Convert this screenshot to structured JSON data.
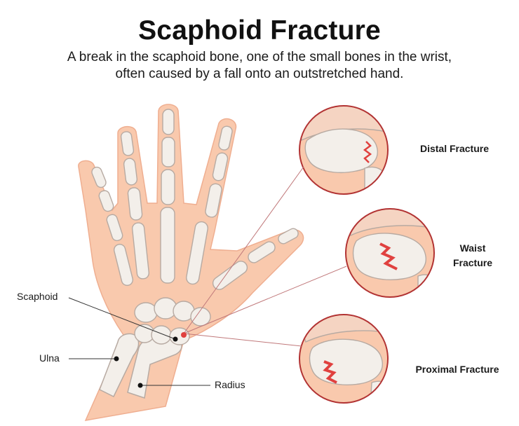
{
  "header": {
    "title": "Scaphoid Fracture",
    "subtitle_line1": "A break in the scaphoid bone, one of the small bones in the wrist,",
    "subtitle_line2": "often caused by a fall onto an outstretched hand."
  },
  "labels": {
    "scaphoid": "Scaphoid",
    "ulna": "Ulna",
    "radius": "Radius"
  },
  "fractures": [
    {
      "label": "Distal Fracture"
    },
    {
      "label_line1": "Waist",
      "label_line2": "Fracture"
    },
    {
      "label": "Proximal Fracture"
    }
  ],
  "colors": {
    "skin": "#f9c9ad",
    "skin_outline": "#efae90",
    "bone": "#f3efea",
    "bone_outline": "#b7aaa2",
    "circle_outline": "#b23333",
    "fracture_red": "#e0413f",
    "pointer_line": "#c0787a"
  }
}
